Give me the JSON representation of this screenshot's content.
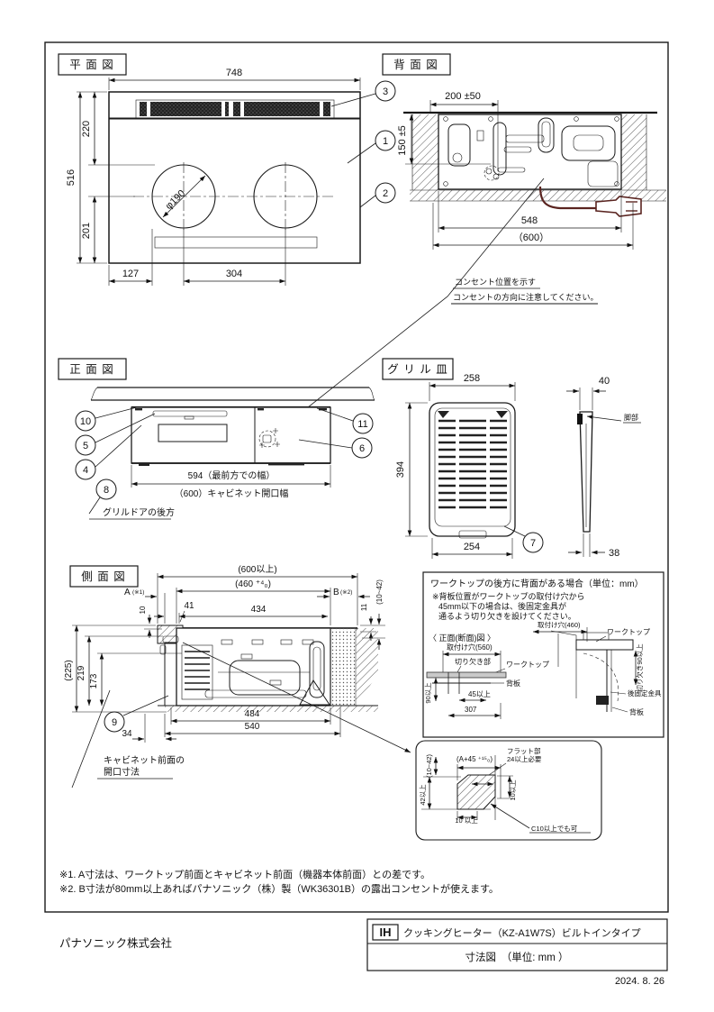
{
  "sections": {
    "plan": "平 面 図",
    "rear": "背 面 図",
    "front": "正 面 図",
    "grill": "グ リ ル 皿",
    "side": "側 面 図"
  },
  "plan": {
    "d748": "748",
    "d516": "516",
    "d220": "220",
    "d201": "201",
    "d127": "127",
    "d304": "304",
    "burner": "φ190",
    "c3": "3",
    "c1": "1",
    "c2": "2"
  },
  "rear": {
    "d200": "200 ±50",
    "d150": "150 ±5",
    "d548": "548",
    "d600": "（600）",
    "note1": "コンセント位置を示す",
    "note2": "コンセントの方向に注意してください。"
  },
  "front": {
    "d594": "594（最前方での幅）",
    "d600": "（600）キャビネット開口幅",
    "note": "グリルドアの後方",
    "c10": "10",
    "c5": "5",
    "c4": "4",
    "c8": "8",
    "c11": "11",
    "c6": "6"
  },
  "grill": {
    "d258": "258",
    "d394": "394",
    "d254": "254",
    "d40": "40",
    "d38": "38",
    "leg": "脚部",
    "c7": "7"
  },
  "side": {
    "d600": "(600以上)",
    "d460": "(460 ⁺⁴₀)",
    "a": "A",
    "a_ref": "(※1)",
    "b": "B",
    "b_ref": "(※2)",
    "d1042": "(10~42)",
    "d41": "41",
    "d434": "434",
    "d10": "10",
    "d11": "11",
    "d225": "(225)",
    "d219": "219",
    "d173": "173",
    "d484": "484",
    "d540": "540",
    "d34": "34",
    "c9": "9",
    "note1": "キャビネット前面の",
    "note2": "開口寸法"
  },
  "backbox": {
    "title": "ワークトップの後方に背面がある場合（単位：mm）",
    "note1": "※背板位置がワークトップの取付け穴から",
    "note2": "45mm以下の場合は、後固定金具が",
    "note3": "通るよう切り欠きを設けてください。",
    "sublabel": "〈 正面(断面)図 〉",
    "hole560": "取付け穴(560)",
    "notch": "切り欠き部",
    "worktop_l": "ワークトップ",
    "back_l": "背板",
    "d90": "90以上",
    "d45": "45以上",
    "d307": "307",
    "hole460": "取付け穴(460)",
    "worktop_r": "ワークトップ",
    "notch90": "切り欠き90以上",
    "bracket": "後固定金具",
    "back_r": "背板"
  },
  "detail": {
    "d1042": "(10~42)",
    "a45": "(A+45 ⁺¹⁵₀)",
    "flat1": "フラット部",
    "flat2": "24以上必要",
    "d10r": "10以上",
    "d42": "42以上",
    "d10b": "10 以上",
    "c10": "C10以上でも可"
  },
  "footnotes": {
    "f1": "※1. A寸法は、ワークトップ前面とキャビネット前面（機器本体前面）との差です。",
    "f2": "※2. B寸法が80mm以上あればパナソニック（株）製（WK36301B）の露出コンセントが使えます。"
  },
  "titleblock": {
    "ih": "IH",
    "product": "クッキングヒーター（KZ-A1W7S）ビルトインタイプ",
    "drawing": "寸法図　（単位:  mm ）"
  },
  "meta": {
    "company": "パナソニック株式会社",
    "date": "2024. 8. 26"
  }
}
